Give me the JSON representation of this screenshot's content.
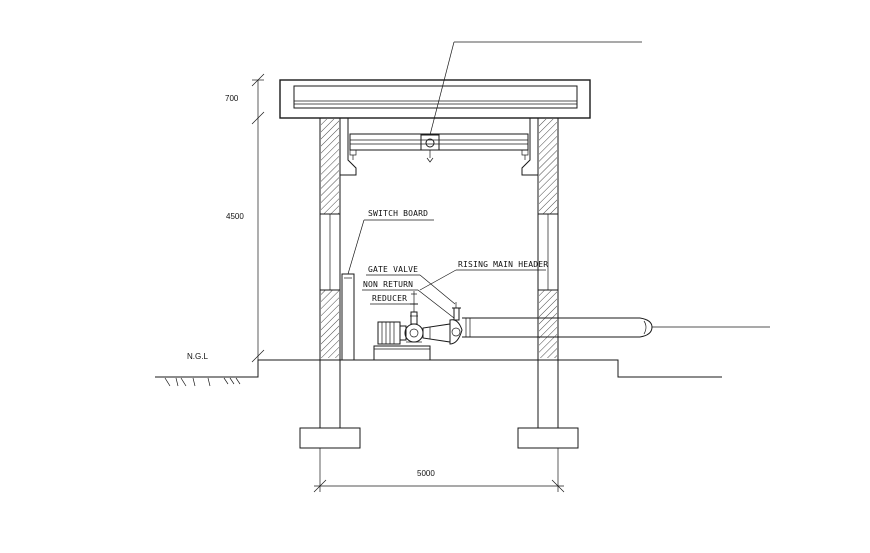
{
  "drawing": {
    "labels": {
      "switch_board": "SWITCH BOARD",
      "gate_valve": "GATE VALVE",
      "non_return": "NON RETURN",
      "reducer": "REDUCER",
      "rising_main_header": "RISING MAIN HEADER",
      "ngl": "N.G.L"
    },
    "dimensions": {
      "roof_thickness": "700",
      "wall_height": "4500",
      "width": "5000"
    }
  }
}
